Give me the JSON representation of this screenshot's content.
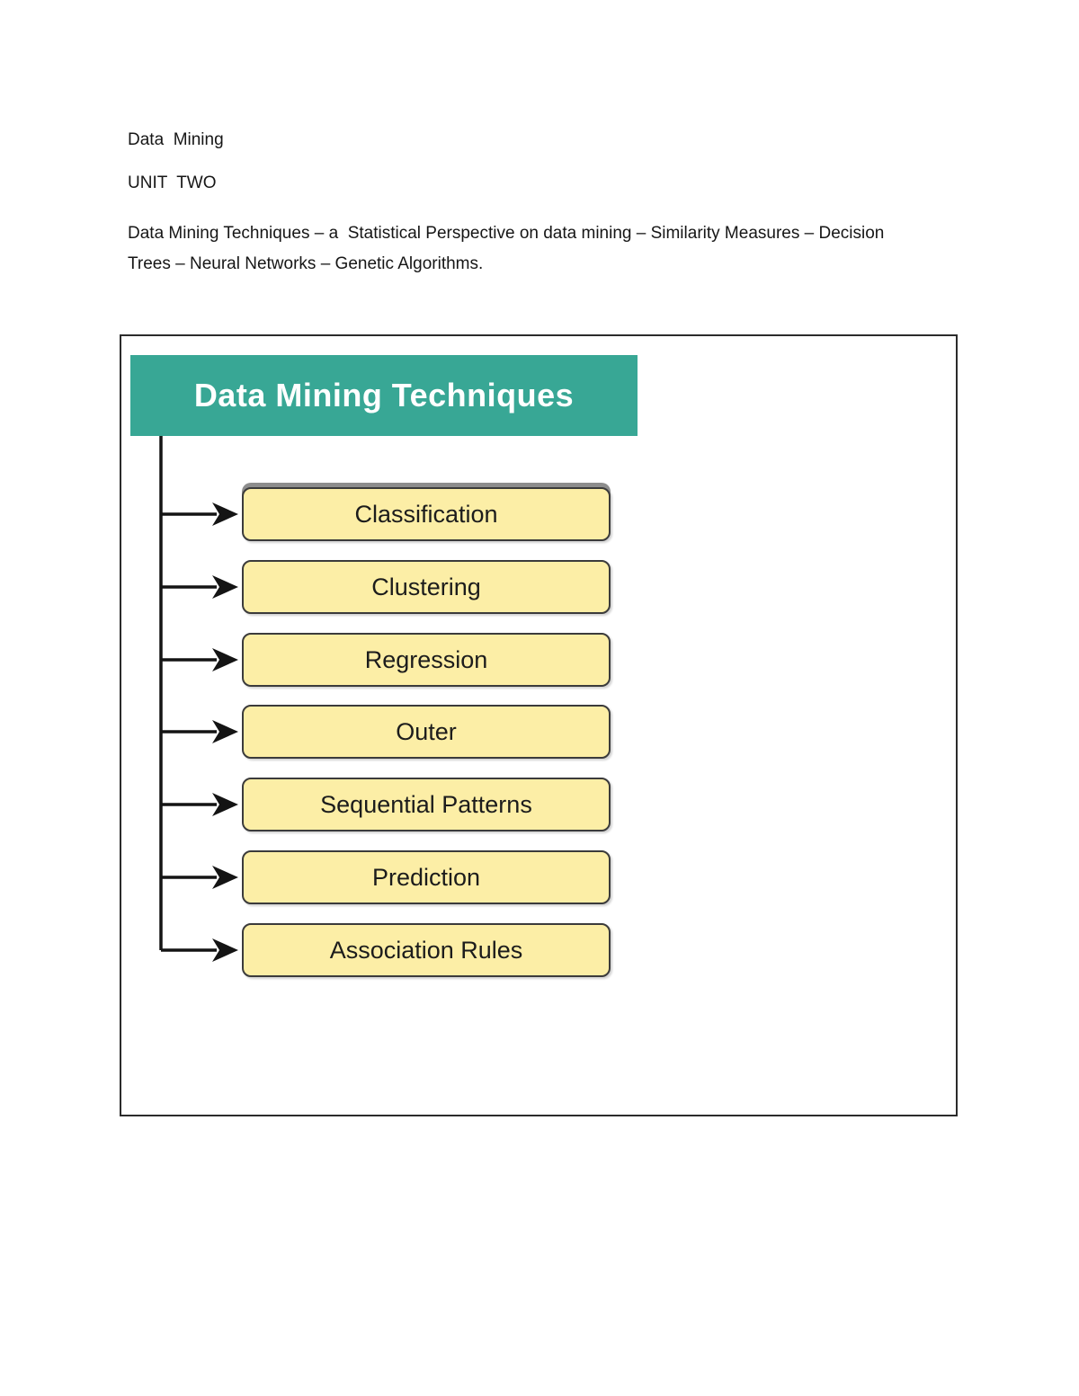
{
  "page": {
    "title_line1": "Data  Mining",
    "title_line2": "UNIT  TWO",
    "paragraph": "Data Mining Techniques – a  Statistical Perspective on data mining – Similarity Measures – Decision\nTrees – Neural Networks – Genetic Algorithms."
  },
  "diagram": {
    "title": "Data Mining Techniques",
    "boxes": [
      "Classification",
      "Clustering",
      "Regression",
      "Outer",
      "Sequential Patterns",
      "Prediction",
      "Association Rules"
    ],
    "colors": {
      "header_bg": "#38A795",
      "box_bg": "#FCEEA6",
      "box_border": "#3b3b3b",
      "connector": "#141414",
      "outer_border": "#2b2b2b"
    }
  }
}
